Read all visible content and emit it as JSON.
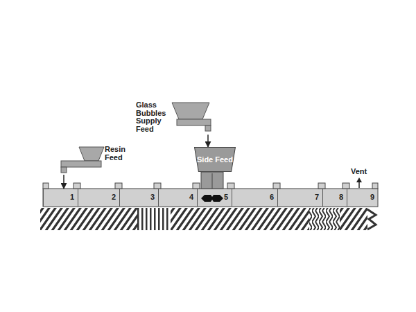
{
  "diagram": {
    "nodes": [
      {
        "text": [
          "Glass Bubbles Supply Feed"
        ]
      },
      {
        "text": [
          "Resin Feed"
        ]
      },
      {
        "text": [
          "Side Feed"
        ]
      },
      {
        "text": [
          "1"
        ]
      },
      {
        "text": [
          "2"
        ]
      },
      {
        "text": [
          "3"
        ]
      },
      {
        "text": [
          "4"
        ]
      },
      {
        "text": [
          "5"
        ]
      },
      {
        "text": [
          "6"
        ]
      },
      {
        "text": [
          "7"
        ]
      },
      {
        "text": [
          "8"
        ]
      },
      {
        "text": [
          "9"
        ]
      }
    ],
    "edges": [
      {
        "from": 0,
        "to": 2,
        "arrow": "to"
      },
      {
        "from": 1,
        "to": 3,
        "arrow": "to"
      }
    ],
    "labels": [
      "Vent"
    ]
  }
}
